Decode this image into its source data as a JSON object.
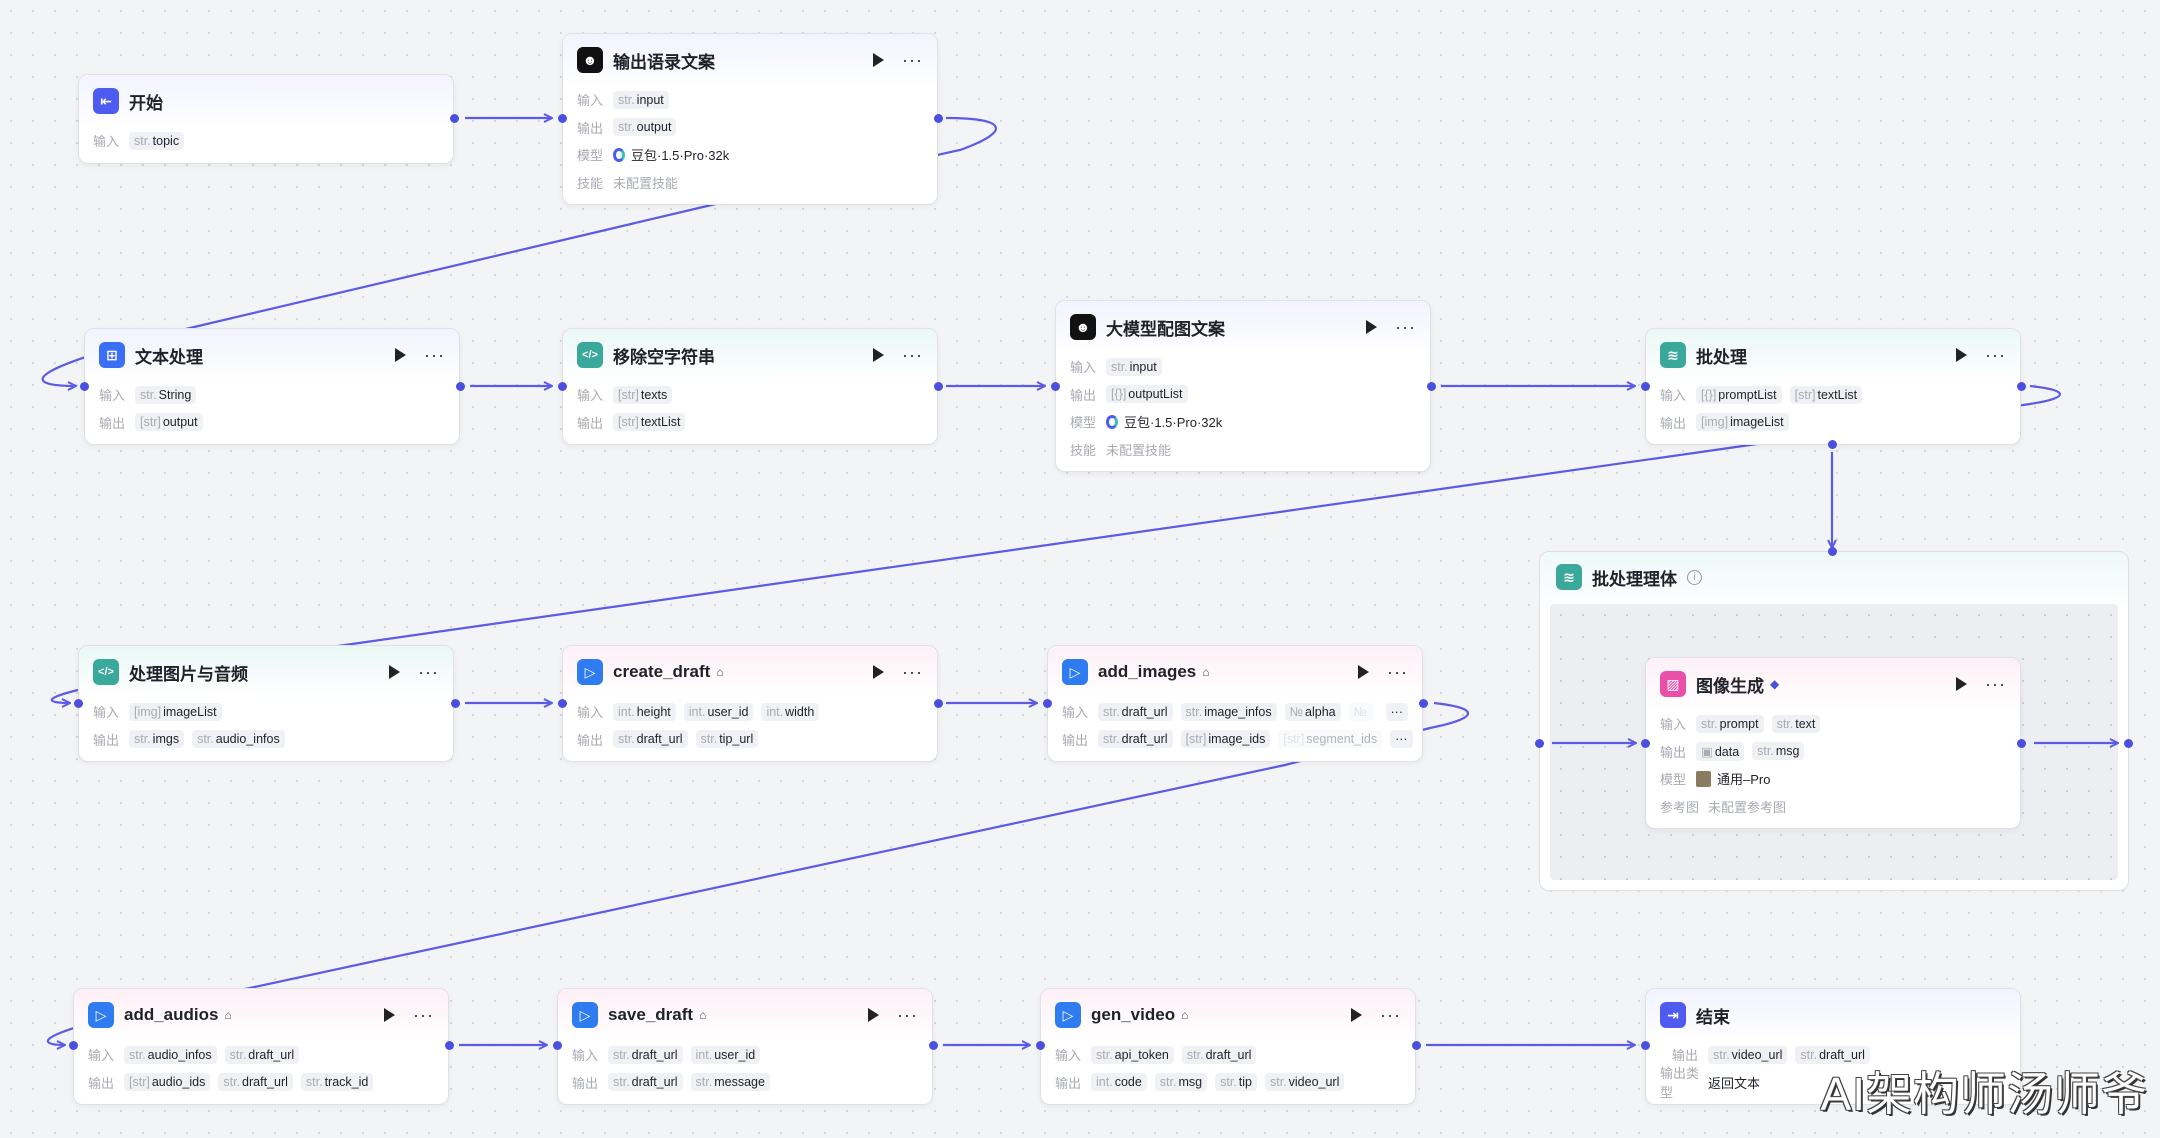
{
  "colors": {
    "edge": "#5b5be6",
    "accent": "#4b4fe0"
  },
  "batch_body": {
    "title": "批处理理体",
    "icon": "layers-icon"
  },
  "nodes": [
    {
      "id": "start",
      "title": "开始",
      "icon": "start-icon",
      "icon_color": "#4e5af0",
      "actions": false,
      "rows": [
        {
          "label": "输入",
          "tags": [
            {
              "t": "str.",
              "n": "topic"
            }
          ]
        }
      ]
    },
    {
      "id": "llm1",
      "title": "输出语录文案",
      "icon": "llm-icon",
      "icon_color": "#111111",
      "actions": true,
      "rows": [
        {
          "label": "输入",
          "tags": [
            {
              "t": "str.",
              "n": "input"
            }
          ]
        },
        {
          "label": "输出",
          "tags": [
            {
              "t": "str.",
              "n": "output"
            }
          ]
        },
        {
          "label": "模型",
          "model": "豆包·1.5·Pro·32k"
        },
        {
          "label": "技能",
          "text": "未配置技能",
          "muted": true
        }
      ]
    },
    {
      "id": "text",
      "title": "文本处理",
      "icon": "text-process-icon",
      "icon_color": "#3b6ff5",
      "actions": true,
      "rows": [
        {
          "label": "输入",
          "tags": [
            {
              "t": "str.",
              "n": "String"
            }
          ]
        },
        {
          "label": "输出",
          "tags": [
            {
              "t": "[str]",
              "n": "output"
            }
          ]
        }
      ]
    },
    {
      "id": "remove",
      "title": "移除空字符串",
      "icon": "code-icon",
      "icon_color": "#3aa89a",
      "style": "teal",
      "actions": true,
      "rows": [
        {
          "label": "输入",
          "tags": [
            {
              "t": "[str]",
              "n": "texts"
            }
          ]
        },
        {
          "label": "输出",
          "tags": [
            {
              "t": "[str]",
              "n": "textList"
            }
          ]
        }
      ]
    },
    {
      "id": "llm2",
      "title": "大模型配图文案",
      "icon": "llm-icon",
      "icon_color": "#111111",
      "actions": true,
      "rows": [
        {
          "label": "输入",
          "tags": [
            {
              "t": "str.",
              "n": "input"
            }
          ]
        },
        {
          "label": "输出",
          "tags": [
            {
              "t": "[{}]",
              "n": "outputList"
            }
          ]
        },
        {
          "label": "模型",
          "model": "豆包·1.5·Pro·32k"
        },
        {
          "label": "技能",
          "text": "未配置技能",
          "muted": true
        }
      ]
    },
    {
      "id": "batch",
      "title": "批处理",
      "icon": "layers-icon",
      "icon_color": "#3aa89a",
      "style": "teal",
      "actions": true,
      "rows": [
        {
          "label": "输入",
          "tags": [
            {
              "t": "[{}]",
              "n": "promptList"
            },
            {
              "t": "[str]",
              "n": "textList"
            }
          ]
        },
        {
          "label": "输出",
          "tags": [
            {
              "t": "[img]",
              "n": "imageList"
            }
          ]
        }
      ]
    },
    {
      "id": "imggen",
      "title": "图像生成",
      "icon": "image-gen-icon",
      "icon_color": "#e94fa8",
      "style": "pink",
      "badge": "◆",
      "actions": true,
      "rows": [
        {
          "label": "输入",
          "tags": [
            {
              "t": "str.",
              "n": "prompt"
            },
            {
              "t": "str.",
              "n": "text"
            }
          ]
        },
        {
          "label": "输出",
          "tags": [
            {
              "t": "▣",
              "n": "data"
            },
            {
              "t": "str.",
              "n": "msg"
            }
          ]
        },
        {
          "label": "模型",
          "text": "通用–Pro"
        },
        {
          "label": "参考图",
          "text": "未配置参考图",
          "muted": true
        }
      ]
    },
    {
      "id": "media",
      "title": "处理图片与音频",
      "icon": "code-icon",
      "icon_color": "#3aa89a",
      "style": "teal",
      "actions": true,
      "rows": [
        {
          "label": "输入",
          "tags": [
            {
              "t": "[img]",
              "n": "imageList"
            }
          ]
        },
        {
          "label": "输出",
          "tags": [
            {
              "t": "str.",
              "n": "imgs"
            },
            {
              "t": "str.",
              "n": "audio_infos"
            }
          ]
        }
      ]
    },
    {
      "id": "create",
      "title": "create_draft",
      "icon": "plugin-icon",
      "icon_color": "#2f7bf0",
      "style": "pink",
      "badge": "⌂",
      "actions": true,
      "rows": [
        {
          "label": "输入",
          "tags": [
            {
              "t": "int.",
              "n": "height"
            },
            {
              "t": "int.",
              "n": "user_id"
            },
            {
              "t": "int.",
              "n": "width"
            }
          ]
        },
        {
          "label": "输出",
          "tags": [
            {
              "t": "str.",
              "n": "draft_url"
            },
            {
              "t": "str.",
              "n": "tip_url"
            }
          ]
        }
      ]
    },
    {
      "id": "addimg",
      "title": "add_images",
      "icon": "plugin-icon",
      "icon_color": "#2f7bf0",
      "style": "pink",
      "badge": "⌂",
      "actions": true,
      "rows": [
        {
          "label": "输入",
          "tags": [
            {
              "t": "str.",
              "n": "draft_url"
            },
            {
              "t": "str.",
              "n": "image_infos"
            },
            {
              "t": "№",
              "n": "alpha"
            },
            {
              "t": "№",
              "n": "",
              "fade": true
            }
          ],
          "more": "···"
        },
        {
          "label": "输出",
          "tags": [
            {
              "t": "str.",
              "n": "draft_url"
            },
            {
              "t": "[str]",
              "n": "image_ids"
            },
            {
              "t": "[str]",
              "n": "segment_ids",
              "fade": true
            }
          ],
          "more": "···"
        }
      ]
    },
    {
      "id": "addaud",
      "title": "add_audios",
      "icon": "plugin-icon",
      "icon_color": "#2f7bf0",
      "style": "pink",
      "badge": "⌂",
      "actions": true,
      "rows": [
        {
          "label": "输入",
          "tags": [
            {
              "t": "str.",
              "n": "audio_infos"
            },
            {
              "t": "str.",
              "n": "draft_url"
            }
          ]
        },
        {
          "label": "输出",
          "tags": [
            {
              "t": "[str]",
              "n": "audio_ids"
            },
            {
              "t": "str.",
              "n": "draft_url"
            },
            {
              "t": "str.",
              "n": "track_id"
            }
          ]
        }
      ]
    },
    {
      "id": "save",
      "title": "save_draft",
      "icon": "plugin-icon",
      "icon_color": "#2f7bf0",
      "style": "pink",
      "badge": "⌂",
      "actions": true,
      "rows": [
        {
          "label": "输入",
          "tags": [
            {
              "t": "str.",
              "n": "draft_url"
            },
            {
              "t": "int.",
              "n": "user_id"
            }
          ]
        },
        {
          "label": "输出",
          "tags": [
            {
              "t": "str.",
              "n": "draft_url"
            },
            {
              "t": "str.",
              "n": "message"
            }
          ]
        }
      ]
    },
    {
      "id": "gen",
      "title": "gen_video",
      "icon": "plugin-icon",
      "icon_color": "#2f7bf0",
      "style": "pink",
      "badge": "⌂",
      "actions": true,
      "rows": [
        {
          "label": "输入",
          "tags": [
            {
              "t": "str.",
              "n": "api_token"
            },
            {
              "t": "str.",
              "n": "draft_url"
            }
          ]
        },
        {
          "label": "输出",
          "tags": [
            {
              "t": "int.",
              "n": "code"
            },
            {
              "t": "str.",
              "n": "msg"
            },
            {
              "t": "str.",
              "n": "tip"
            },
            {
              "t": "str.",
              "n": "video_url"
            }
          ]
        }
      ]
    },
    {
      "id": "end",
      "title": "结束",
      "icon": "end-icon",
      "icon_color": "#4e5af0",
      "actions": false,
      "rows": [
        {
          "label": "输出",
          "tags": [
            {
              "t": "str.",
              "n": "video_url"
            },
            {
              "t": "str.",
              "n": "draft_url"
            }
          ],
          "indent": true
        },
        {
          "label": "输出类型",
          "text": "返回文本"
        }
      ]
    }
  ],
  "watermark": "AI架构师汤师爷"
}
